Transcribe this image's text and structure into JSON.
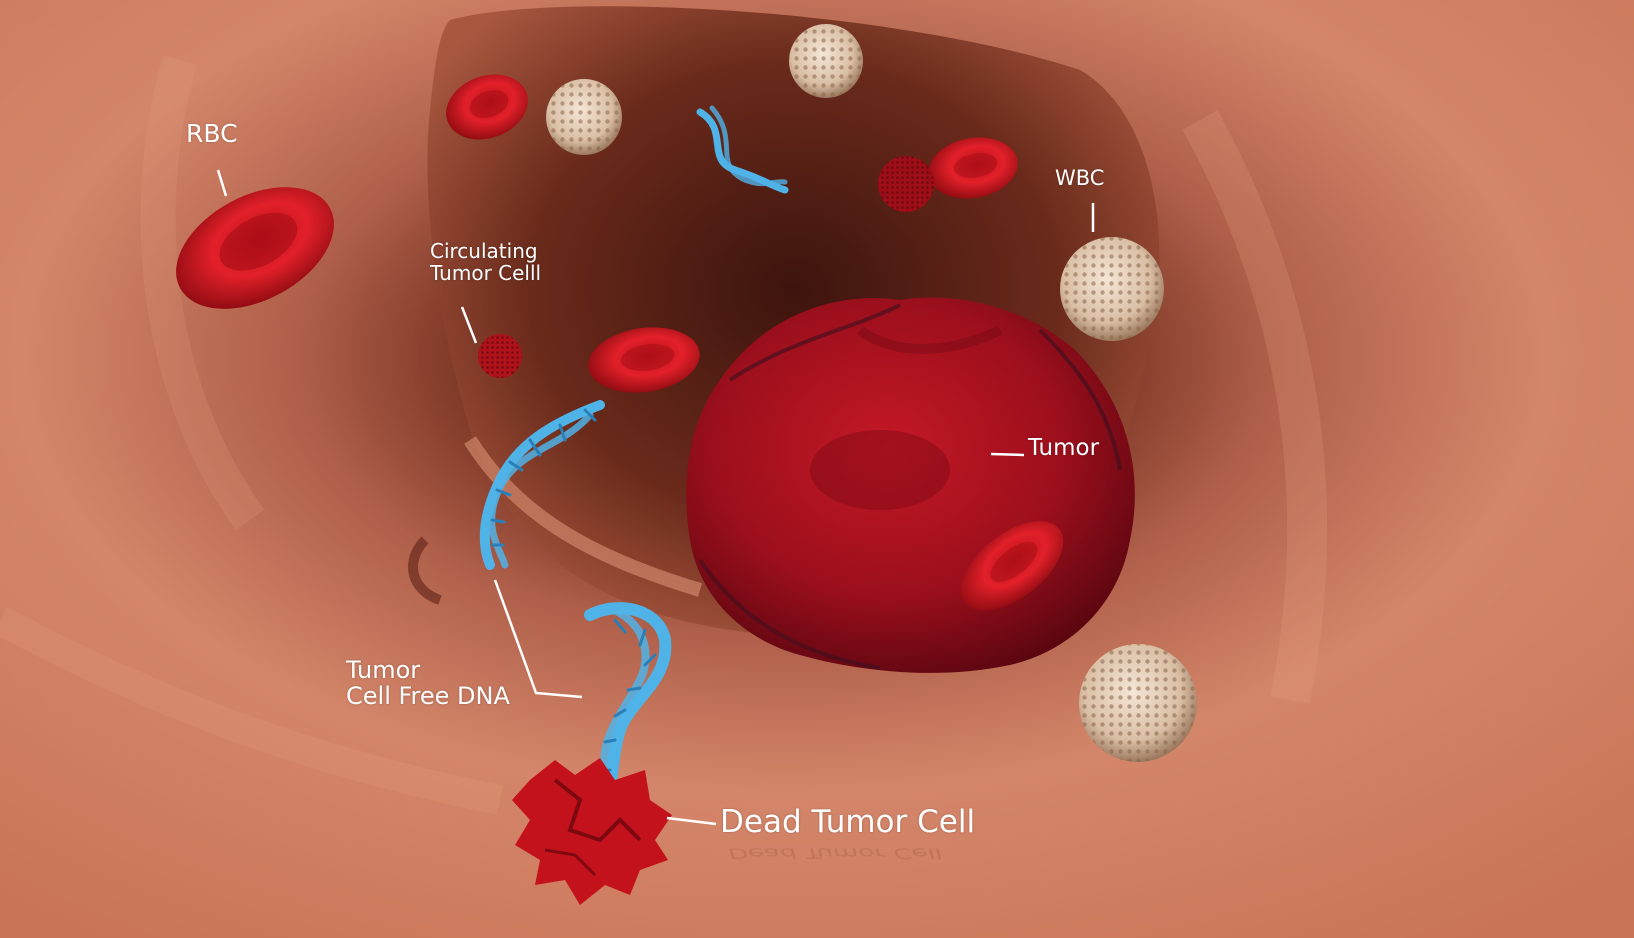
{
  "labels": {
    "rbc": "RBC",
    "circulating_tumor_cell": [
      "Circulating",
      "Tumor Celll"
    ],
    "wbc": "WBC",
    "tumor": "Tumor",
    "cell_free_dna": [
      "Tumor",
      "Cell Free DNA"
    ],
    "dead_tumor_cell": "Dead Tumor Cell"
  },
  "colors": {
    "vessel_wall": "#d98a68",
    "vessel_lumen": "#5a2418",
    "red_blood_cell": "#d81820",
    "tumor": "#a8101e",
    "white_blood_cell": "#e8d2bc",
    "dna": "#4fb3e8",
    "label_text": "#ffffff"
  }
}
